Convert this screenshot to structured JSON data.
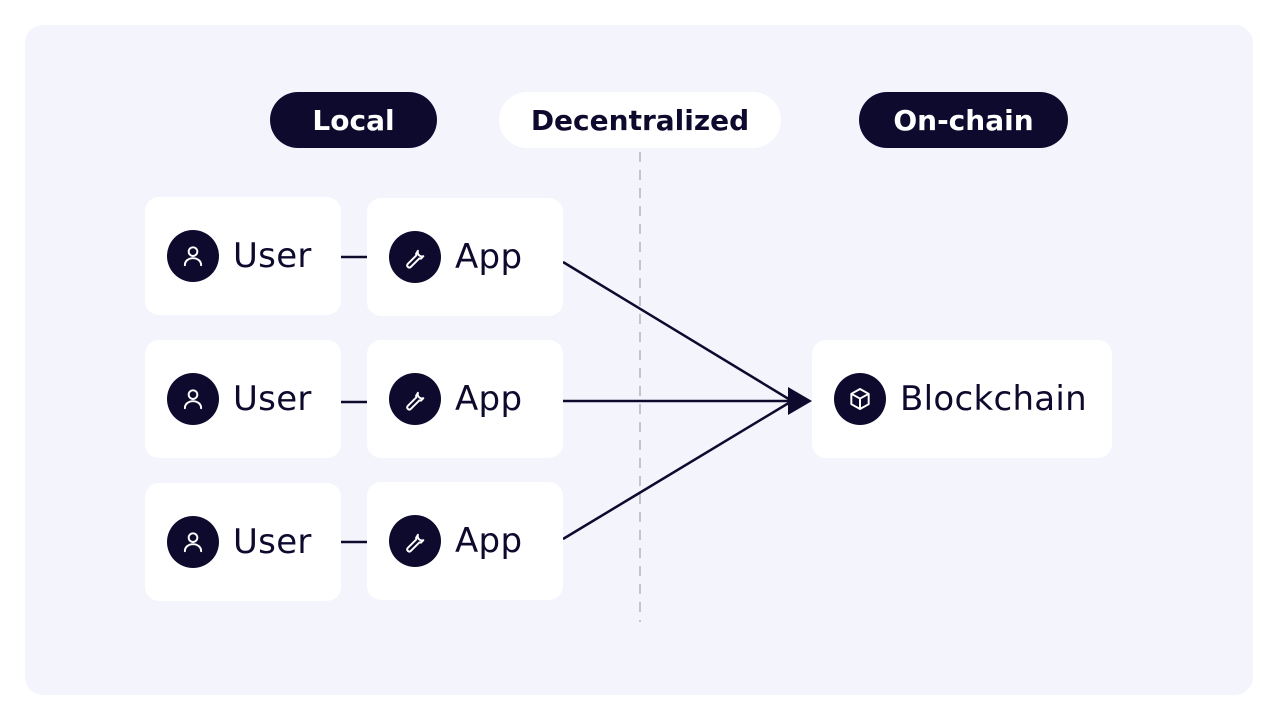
{
  "columns": {
    "local": "Local",
    "decentralized": "Decentralized",
    "onchain": "On-chain"
  },
  "rows": [
    {
      "user_label": "User",
      "app_label": "App",
      "user_icon": "user-icon",
      "app_icon": "wrench-icon"
    },
    {
      "user_label": "User",
      "app_label": "App",
      "user_icon": "user-icon",
      "app_icon": "wrench-icon"
    },
    {
      "user_label": "User",
      "app_label": "App",
      "user_icon": "user-icon",
      "app_icon": "wrench-icon"
    }
  ],
  "target": {
    "label": "Blockchain",
    "icon": "cube-icon"
  },
  "colors": {
    "ink": "#0d0a2e",
    "panel": "#f4f4fd",
    "card": "#ffffff",
    "divider": "#c4c4cc"
  }
}
